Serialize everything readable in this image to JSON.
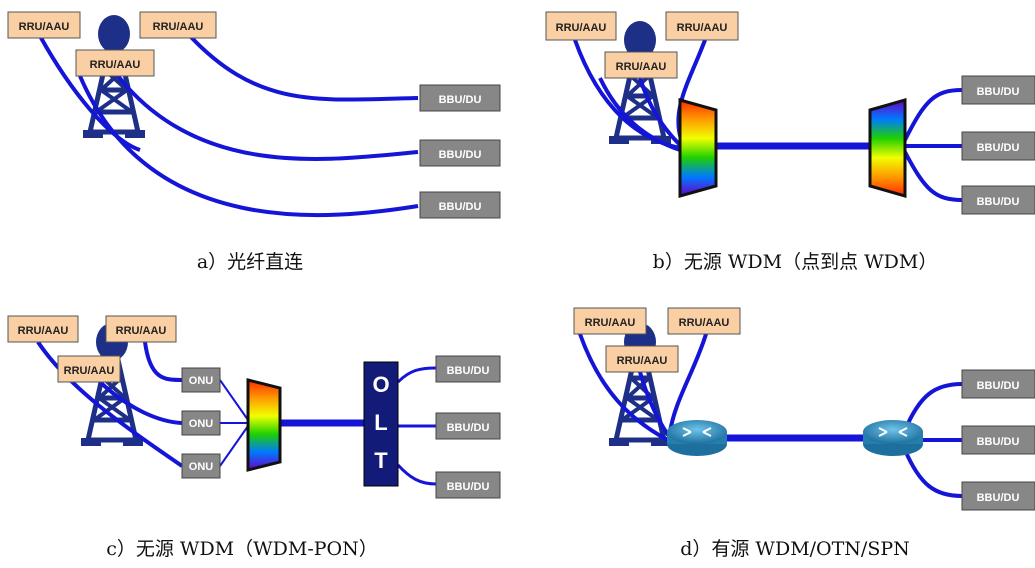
{
  "labels": {
    "rru": "RRU/AAU",
    "bbu": "BBU/DU",
    "onu": "ONU",
    "olt": [
      "O",
      "L",
      "T"
    ]
  },
  "captions": {
    "a": "a）光纤直连",
    "b": "b）无源 WDM（点到点 WDM）",
    "c": "c）无源 WDM（WDM-PON）",
    "d": "d）有源 WDM/OTN/SPN"
  },
  "colors": {
    "fiber": "#1515d8",
    "tower": "#1d2f86",
    "rru_fill": "#f9cfa3",
    "bbu_fill": "#878787",
    "olt_fill": "#121c78",
    "router_fill": "#2f8ec0"
  }
}
